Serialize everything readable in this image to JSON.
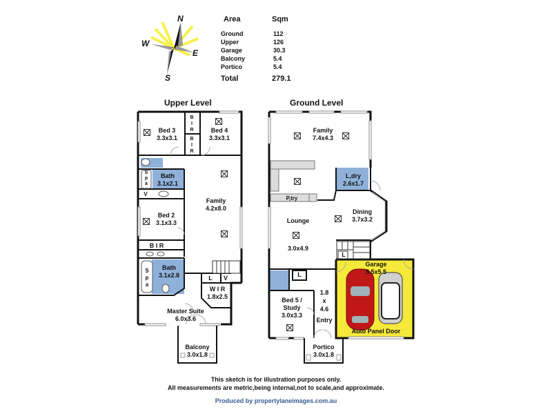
{
  "compass": {
    "n": "N",
    "e": "E",
    "s": "S",
    "w": "W"
  },
  "area_table": {
    "header": {
      "area": "Area",
      "sqm": "Sqm"
    },
    "rows": [
      {
        "name": "Ground",
        "sqm": "112"
      },
      {
        "name": "Upper",
        "sqm": "126"
      },
      {
        "name": "Garage",
        "sqm": "30.3"
      },
      {
        "name": "Balcony",
        "sqm": "5.4"
      },
      {
        "name": "Portico",
        "sqm": "5.4"
      }
    ],
    "total": {
      "name": "Total",
      "sqm": "279.1"
    }
  },
  "upper_level": {
    "title": "Upper Level",
    "rooms": {
      "bed3": {
        "name": "Bed 3",
        "dim": "3.3x3.1"
      },
      "bed4": {
        "name": "Bed 4",
        "dim": "3.3x3.1"
      },
      "bir_top": "B I R",
      "bir_bottom": "B I R",
      "spa_top": "S p a",
      "bath_top": {
        "name": "Bath",
        "dim": "3.1x2.1"
      },
      "v_top": "V",
      "family": {
        "name": "Family",
        "dim": "4.2x8.0"
      },
      "bed2": {
        "name": "Bed 2",
        "dim": "3.1x3.3"
      },
      "bir_mid": "B I R",
      "spa_bottom": "S p a",
      "bath_bottom": {
        "name": "Bath",
        "dim": "3.1x2.8"
      },
      "l": "L",
      "v": "V",
      "wir": {
        "name": "W I R",
        "dim": "1.8x2.5"
      },
      "master": {
        "name": "Master Suite",
        "dim": "6.0x3.6"
      },
      "balcony": {
        "name": "Balcony",
        "dim": "3.0x1.8"
      }
    }
  },
  "ground_level": {
    "title": "Ground Level",
    "rooms": {
      "family": {
        "name": "Family",
        "dim": "7.4x4.3"
      },
      "laundry": {
        "name": "L,dry",
        "dim": "2.6x1.7"
      },
      "pantry": "P,try",
      "dining": {
        "name": "Dining",
        "dim": "3.7x3.2"
      },
      "lounge": {
        "name": "Lounge",
        "dim": "3.0x4.9"
      },
      "l_stair": "L",
      "garage": {
        "name": "Garage",
        "dim": "5.5x5.5"
      },
      "l_hall": "L",
      "bed5": {
        "name": "Bed 5 /",
        "name2": "Study",
        "dim": "3.0x3.3"
      },
      "entry": {
        "d1": "1.8",
        "d2": "x",
        "d3": "4.6",
        "name": "Entry"
      },
      "garage_door": "Auto Panel Door",
      "portico": {
        "name": "Portico",
        "dim": "3.0x1.8"
      }
    }
  },
  "footer": {
    "line1": "This sketch is for illustration purposes only.",
    "line2": "All measurements are metric,being internal,not to scale,and approximate.",
    "credit": "Produced by propertylaneimages.com.au"
  },
  "colors": {
    "wall": "#111111",
    "wet_area": "#8fb1d9",
    "garage": "#f5e93a",
    "text": "#111111",
    "credit": "#3a5d8f"
  }
}
